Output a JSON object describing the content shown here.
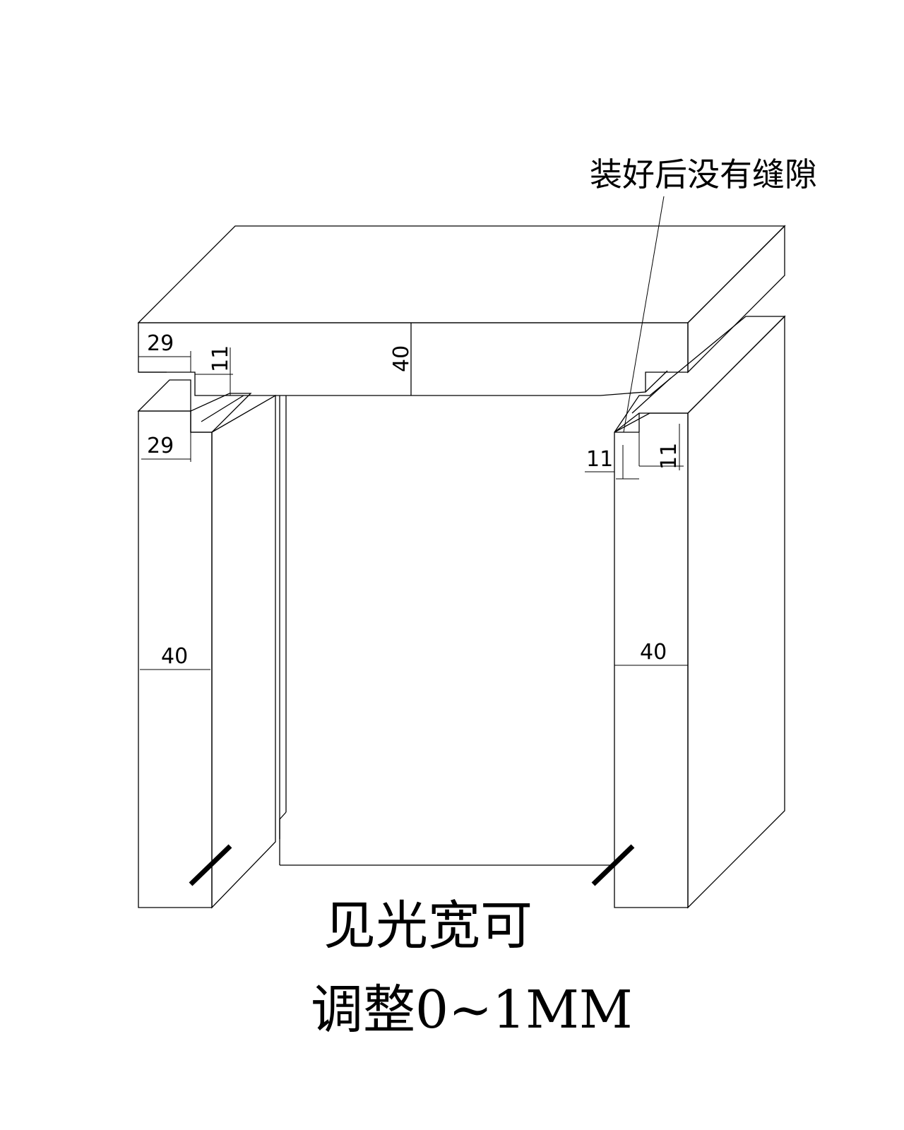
{
  "annotation": {
    "note": "装好后没有缝隙"
  },
  "dimensions": {
    "top_left_width": "29",
    "top_left_depth": "11",
    "top_height": "40",
    "left_post_width": "29",
    "left_post_depth": "40",
    "right_tenon_width": "11",
    "right_tenon_depth": "11",
    "right_post_depth": "40"
  },
  "caption": {
    "line1": "见光宽可",
    "line2": "调整0~1MM"
  }
}
